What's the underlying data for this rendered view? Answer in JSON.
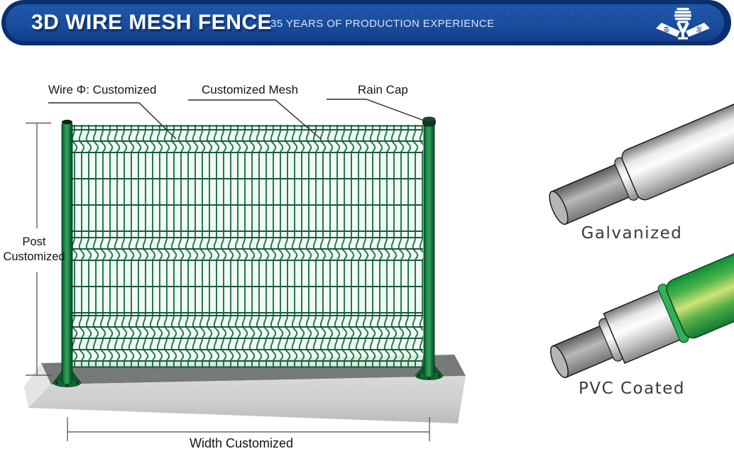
{
  "header": {
    "title": "3D WIRE MESH FENCE",
    "subtitle": "35 YEARS OF PRODUCTION EXPERIENCE",
    "logo_char_left": "泰",
    "logo_char_right": "发"
  },
  "diagram": {
    "labels": {
      "wire": "Wire Φ: Customized",
      "mesh": "Customized Mesh",
      "rain_cap": "Rain Cap",
      "post": "Post\nCustomized",
      "width": "Width Customized"
    }
  },
  "pipes": [
    {
      "label": "Galvanized"
    },
    {
      "label": "PVC Coated"
    }
  ],
  "colors": {
    "header_bar_outer": "#0a2f6e",
    "header_bar_inner": "#1a4e9f",
    "title_text": "#ffffff",
    "subtitle_text": "#d6e4f8",
    "mesh_wire_green": "#1f7c4a",
    "post_green": "#0a5e2d",
    "pvc_green": "#2fb159",
    "galvanized_silver": "#d9d9d9",
    "concrete_gray": "#c6cbc6"
  }
}
